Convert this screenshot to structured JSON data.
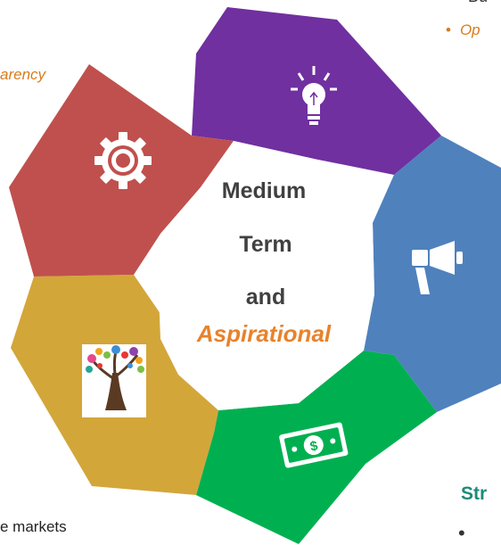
{
  "center": {
    "line1": "Medium",
    "line2": "Term",
    "line3": "and",
    "line4": "Aspirational"
  },
  "segments": [
    {
      "color": "#7030a0",
      "icon": "lightbulb-icon"
    },
    {
      "color": "#4f81bd",
      "icon": "megaphone-icon"
    },
    {
      "color": "#00b050",
      "icon": "dollar-bill-icon"
    },
    {
      "color": "#d3a63a",
      "icon": "tree-icon"
    },
    {
      "color": "#c0504d",
      "icon": "gear-icon"
    }
  ],
  "fragments": {
    "arency": "arency",
    "bu": "Bu",
    "op_bullet": "•",
    "op": "Op",
    "str": "Str",
    "dot": "•",
    "markets": "e markets"
  }
}
